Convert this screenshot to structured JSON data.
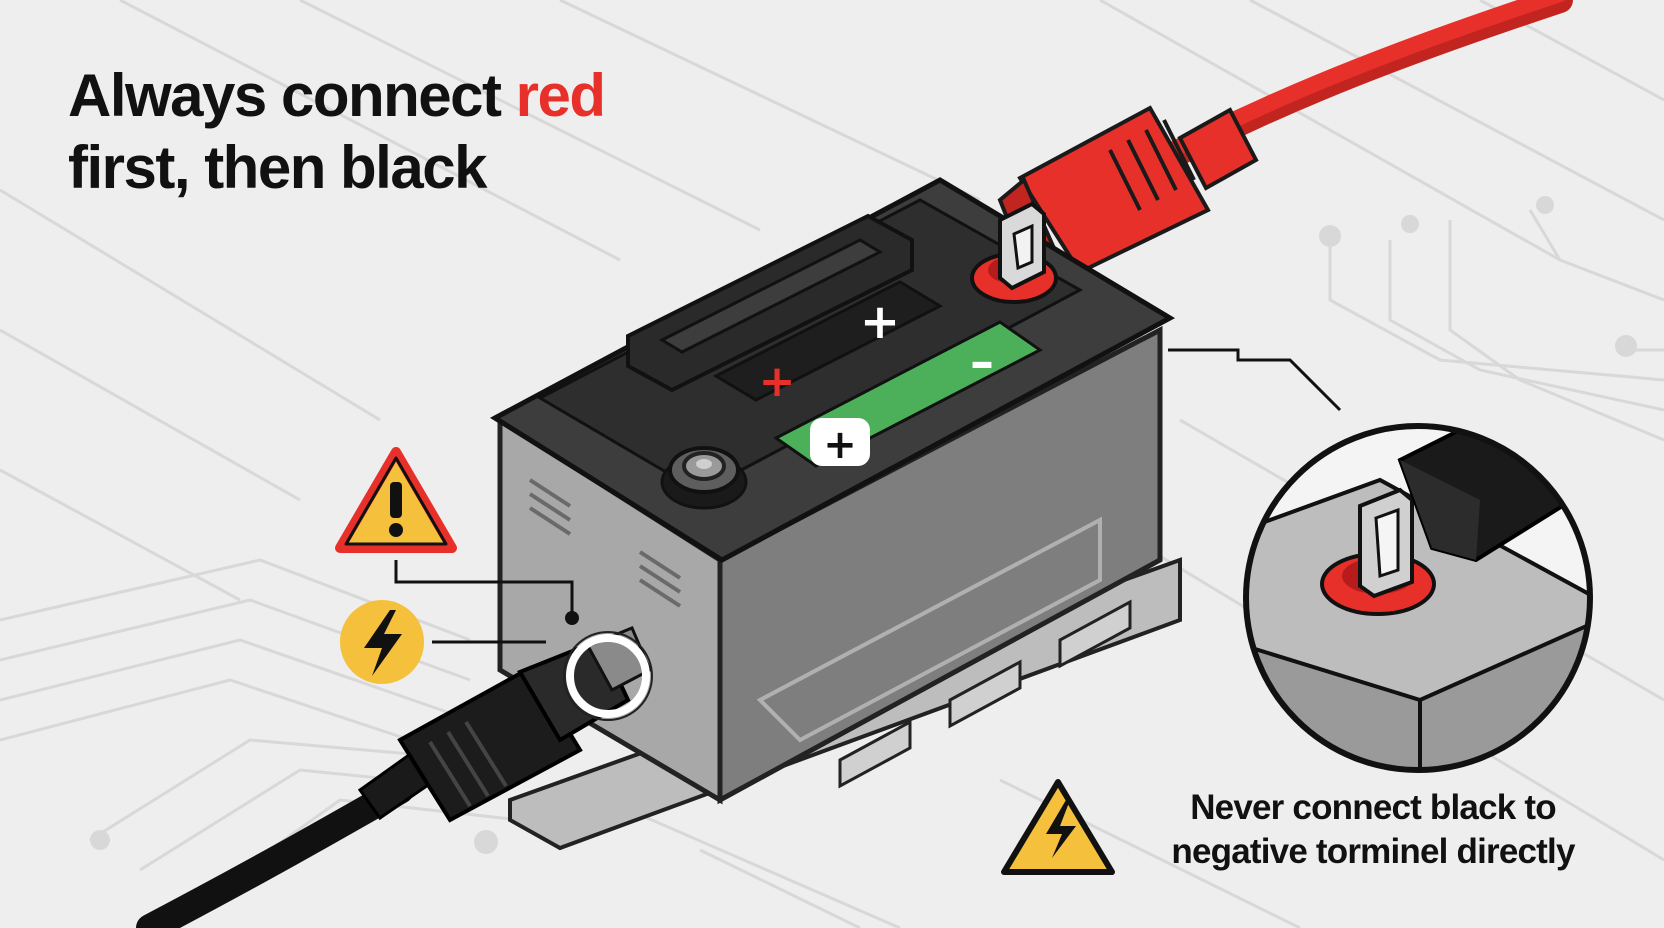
{
  "headline": {
    "line1_prefix": "Always connect ",
    "line1_highlight": "red",
    "line2": "first, then black"
  },
  "warning_note": {
    "line1": "Never connect black to",
    "line2": "negative torminel directly"
  },
  "labels": {
    "positive_symbol": "+",
    "negative_symbol": "–"
  },
  "icons": {
    "caution": "warning-triangle-icon",
    "electric": "lightning-bolt-icon",
    "note": "warning-triangle-lightning-icon"
  },
  "colors": {
    "background": "#eeeeee",
    "circuit_lines": "#d6d6d6",
    "red_cable": "#e8302a",
    "black_cable": "#1a1a1a",
    "battery_top": "#3d3d3d",
    "battery_body": "#8f8f8f",
    "green_label": "#4caf5a",
    "warning_yellow": "#f5c13d"
  }
}
